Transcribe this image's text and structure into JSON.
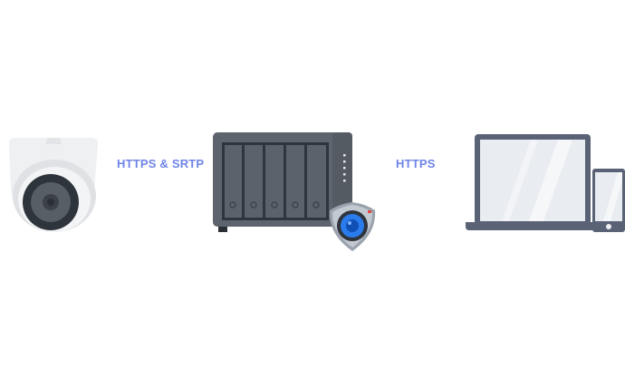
{
  "diagram": {
    "nodes": [
      {
        "id": "camera",
        "name": "IP Camera"
      },
      {
        "id": "nas",
        "name": "NAS with Surveillance Station"
      },
      {
        "id": "clients",
        "name": "Laptop and Mobile Device"
      }
    ],
    "connections": [
      {
        "from": "camera",
        "to": "nas",
        "label": "HTTPS & SRTP"
      },
      {
        "from": "nas",
        "to": "clients",
        "label": "HTTPS"
      }
    ],
    "colors": {
      "label": "#6f85e8",
      "nas_body": "#5a6069",
      "nas_bay": "#2f353c",
      "camera_shell": "#eeeff1",
      "camera_lens": "#2e343b",
      "device_frame": "#5a6275",
      "device_screen": "#e9ecf0",
      "badge_blue": "#1f6fe0"
    }
  }
}
